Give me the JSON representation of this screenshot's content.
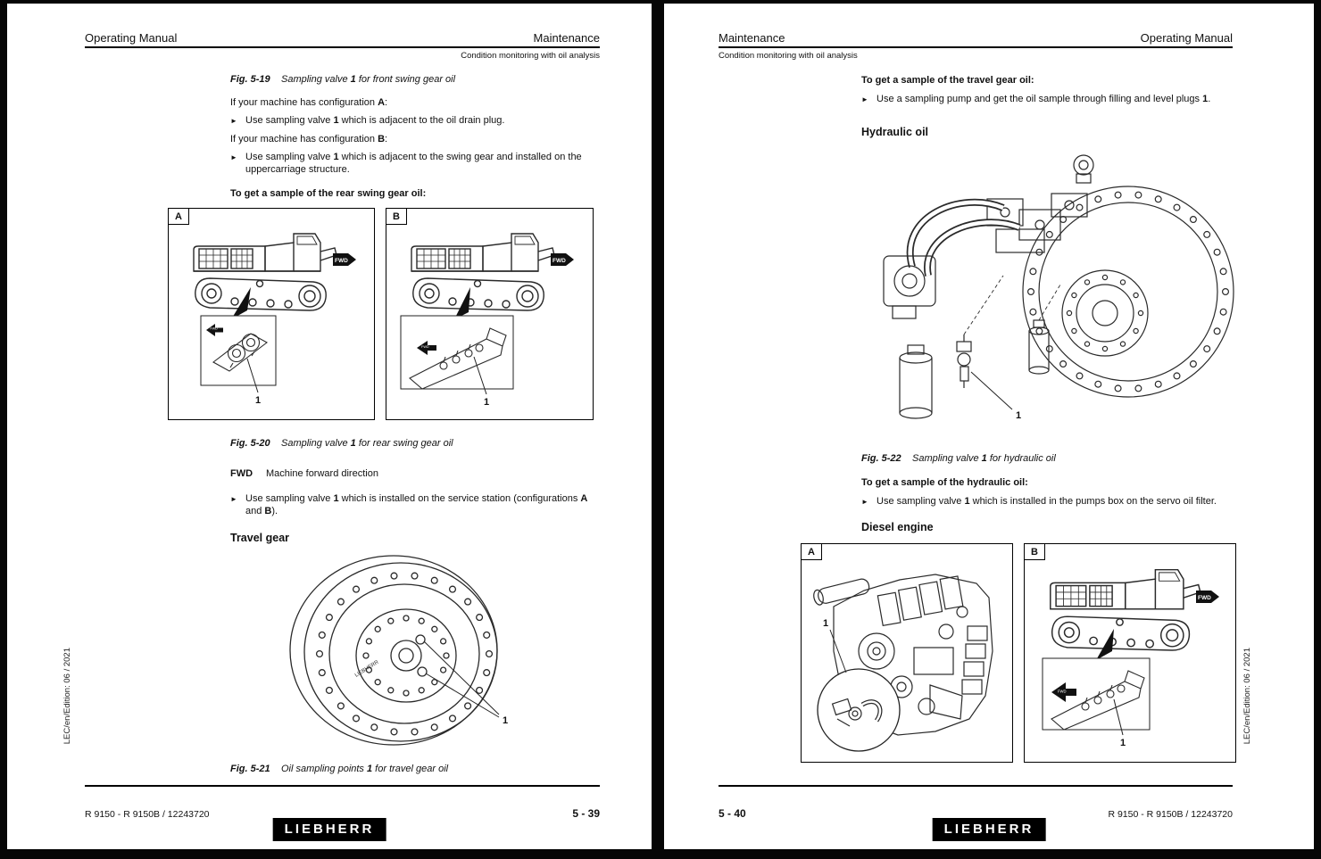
{
  "shared": {
    "title_manual": "Operating Manual",
    "title_section": "Maintenance",
    "subtitle": "Condition monitoring with oil analysis",
    "doc_code": "R 9150 - R 9150B / 12243720",
    "edition": "LEC/en/Edition: 06 / 2021",
    "logo": "LIEBHERR",
    "bullet": "►",
    "fwd": "FWD",
    "callout": "1"
  },
  "left": {
    "page_number": "5 - 39",
    "fig19": {
      "label": "Fig. 5-19",
      "pre": "Sampling valve ",
      "num": "1",
      "post": " for front swing gear oil"
    },
    "config_a": {
      "pre": "If your machine has configuration ",
      "b": "A",
      "post": ":"
    },
    "bullet_a": {
      "pre": "Use sampling valve ",
      "b": "1",
      "post": " which is adjacent to the oil drain plug."
    },
    "config_b": {
      "pre": "If your machine has configuration ",
      "b": "B",
      "post": ":"
    },
    "bullet_b": {
      "pre": "Use sampling valve ",
      "b": "1",
      "post": " which is adjacent to the swing gear and installed on the uppercarriage structure."
    },
    "heading_rear": "To get a sample of the rear swing gear oil:",
    "panel_a": "A",
    "panel_b": "B",
    "fig20": {
      "label": "Fig. 5-20",
      "pre": "Sampling valve ",
      "num": "1",
      "post": " for rear swing gear oil"
    },
    "fwd_def": "Machine forward direction",
    "bullet_service": {
      "pre": "Use sampling valve ",
      "b1": "1",
      "mid1": " which is installed on the service station (configurations ",
      "b2": "A",
      "mid2": " and ",
      "b3": "B",
      "post": ")."
    },
    "heading_travel": "Travel gear",
    "fig21": {
      "label": "Fig. 5-21",
      "pre": "Oil sampling points ",
      "num": "1",
      "post": " for travel gear oil"
    }
  },
  "right": {
    "page_number": "5 - 40",
    "heading_sample_travel": "To get a sample of the travel gear oil:",
    "bullet_pump": {
      "pre": "Use a sampling pump and get the oil sample through filling and level plugs ",
      "b": "1",
      "post": "."
    },
    "heading_hydraulic": "Hydraulic oil",
    "fig22": {
      "label": "Fig. 5-22",
      "pre": "Sampling valve ",
      "num": "1",
      "post": " for hydraulic oil"
    },
    "heading_sample_hyd": "To get a sample of the hydraulic oil:",
    "bullet_servo": {
      "pre": "Use sampling valve ",
      "b": "1",
      "post": " which is installed in the pumps box on the servo oil filter."
    },
    "heading_diesel": "Diesel engine",
    "panel_a": "A",
    "panel_b": "B"
  }
}
